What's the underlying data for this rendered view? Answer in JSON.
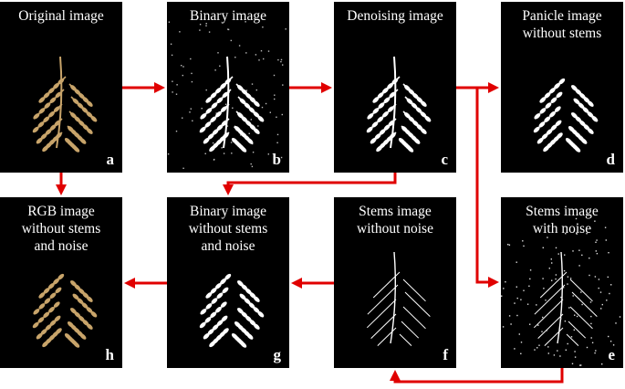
{
  "colors": {
    "arrow": "#e00000",
    "panel_bg": "#000000",
    "text": "#ffffff",
    "panicle": "#c8a46a",
    "mask": "#ffffff"
  },
  "panels": [
    {
      "id": "a",
      "title": "Original image",
      "letter": "a",
      "kind": "rgb"
    },
    {
      "id": "b",
      "title": "Binary image",
      "letter": "b",
      "kind": "binary_noisy"
    },
    {
      "id": "c",
      "title": "Denoising image",
      "letter": "c",
      "kind": "binary"
    },
    {
      "id": "d",
      "title": "Panicle image\nwithout stems",
      "letter": "d",
      "kind": "panicle_only"
    },
    {
      "id": "e",
      "title": "Stems image\nwith noise",
      "letter": "e",
      "kind": "stems_noisy"
    },
    {
      "id": "f",
      "title": "Stems image\nwithout noise",
      "letter": "f",
      "kind": "stems"
    },
    {
      "id": "g",
      "title": "Binary image\nwithout stems\nand noise",
      "letter": "g",
      "kind": "panicle_only"
    },
    {
      "id": "h",
      "title": "RGB image\nwithout stems\nand noise",
      "letter": "h",
      "kind": "rgb_panicle"
    }
  ],
  "edges": [
    {
      "from": "a",
      "to": "b"
    },
    {
      "from": "b",
      "to": "c"
    },
    {
      "from": "c",
      "to": "d"
    },
    {
      "from": "c",
      "to": "e"
    },
    {
      "from": "e",
      "to": "f"
    },
    {
      "from": "c",
      "to": "g"
    },
    {
      "from": "f",
      "to": "g"
    },
    {
      "from": "g",
      "to": "h"
    },
    {
      "from": "a",
      "to": "h"
    }
  ]
}
